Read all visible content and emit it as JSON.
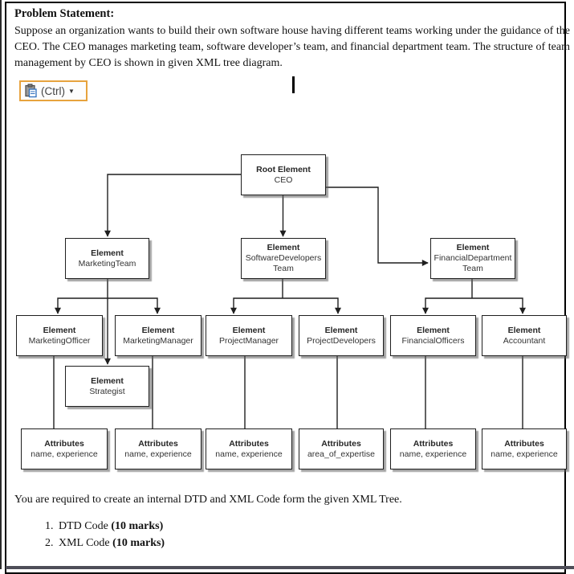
{
  "document": {
    "heading": "Problem Statement:",
    "paragraph": "Suppose an organization wants to build their own software house having different teams working under the guidance of the CEO. The CEO manages marketing team, software developer’s team, and financial department team. The structure of team management by CEO is shown in given XML tree diagram.",
    "closing_text": "You are required to create an internal DTD and XML Code form the given XML Tree.",
    "tasks": [
      {
        "number": "1.",
        "text": "DTD Code ",
        "marks": "(10 marks)"
      },
      {
        "number": "2.",
        "text": "XML Code ",
        "marks": "(10 marks)"
      }
    ]
  },
  "paste_button": {
    "label": "(Ctrl)",
    "dropdown_glyph": "▼",
    "icon": "clipboard-paste-icon",
    "border_color": "#e7a33e"
  },
  "diagram": {
    "line_color": "#1f1f1f",
    "nodes": [
      {
        "type": "Root Element",
        "name": "CEO"
      },
      {
        "type": "Element",
        "name": "MarketingTeam"
      },
      {
        "type": "Element",
        "name": "SoftwareDevelopers Team"
      },
      {
        "type": "Element",
        "name": "FinancialDepartment Team"
      },
      {
        "type": "Element",
        "name": "MarketingOfficer"
      },
      {
        "type": "Element",
        "name": "MarketingManager"
      },
      {
        "type": "Element",
        "name": "ProjectManager"
      },
      {
        "type": "Element",
        "name": "ProjectDevelopers"
      },
      {
        "type": "Element",
        "name": "FinancialOfficers"
      },
      {
        "type": "Element",
        "name": "Accountant"
      },
      {
        "type": "Element",
        "name": "Strategist"
      },
      {
        "type": "Attributes",
        "name": "name, experience"
      },
      {
        "type": "Attributes",
        "name": "name, experience"
      },
      {
        "type": "Attributes",
        "name": "name, experience"
      },
      {
        "type": "Attributes",
        "name": "area_of_expertise"
      },
      {
        "type": "Attributes",
        "name": "name, experience"
      },
      {
        "type": "Attributes",
        "name": "name, experience"
      }
    ]
  }
}
